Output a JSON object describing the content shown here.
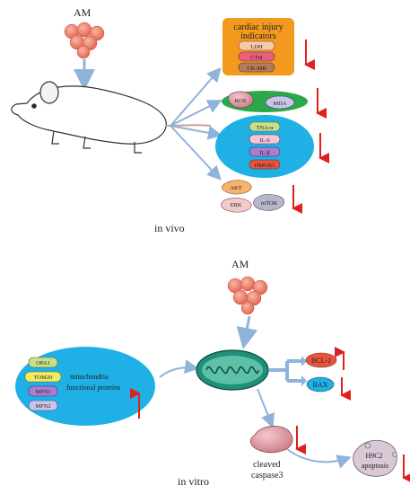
{
  "invivo": {
    "drug_label": "AM",
    "section_label": "in vivo",
    "cardiac": {
      "title_line1": "cardiac injury",
      "title_line2": "indicators",
      "markers": [
        "LDH",
        "CTnI",
        "CK-MB"
      ]
    },
    "oxidative": {
      "markers": [
        "ROS",
        "MDA"
      ]
    },
    "inflammation": {
      "markers": [
        "TNA-α",
        "IL-6",
        "IL-β",
        "HMGB1"
      ]
    },
    "signaling": {
      "markers": [
        "AKT",
        "ERK",
        "mTOR"
      ]
    }
  },
  "invitro": {
    "drug_label": "AM",
    "section_label": "in vitro",
    "mito_proteins": {
      "markers": [
        "OPA1",
        "TOM20",
        "MFN1",
        "MFN2"
      ],
      "label_line1": "mitochondria",
      "label_line2": "functional proteins"
    },
    "bcl2": "BCL-2",
    "bax": "BAX",
    "caspase_line1": "cleaved",
    "caspase_line2": "caspase3",
    "apoptosis_line1": "H9C2",
    "apoptosis_line2": "apoptosis"
  },
  "colors": {
    "orange_box": "#F39A1E",
    "green_band": "#2AA84A",
    "blue_ellipse": "#1FB0E6",
    "arrow_red": "#E02020",
    "arrow_blue": "#9CC3E6",
    "cell_red": "#E8725C"
  }
}
